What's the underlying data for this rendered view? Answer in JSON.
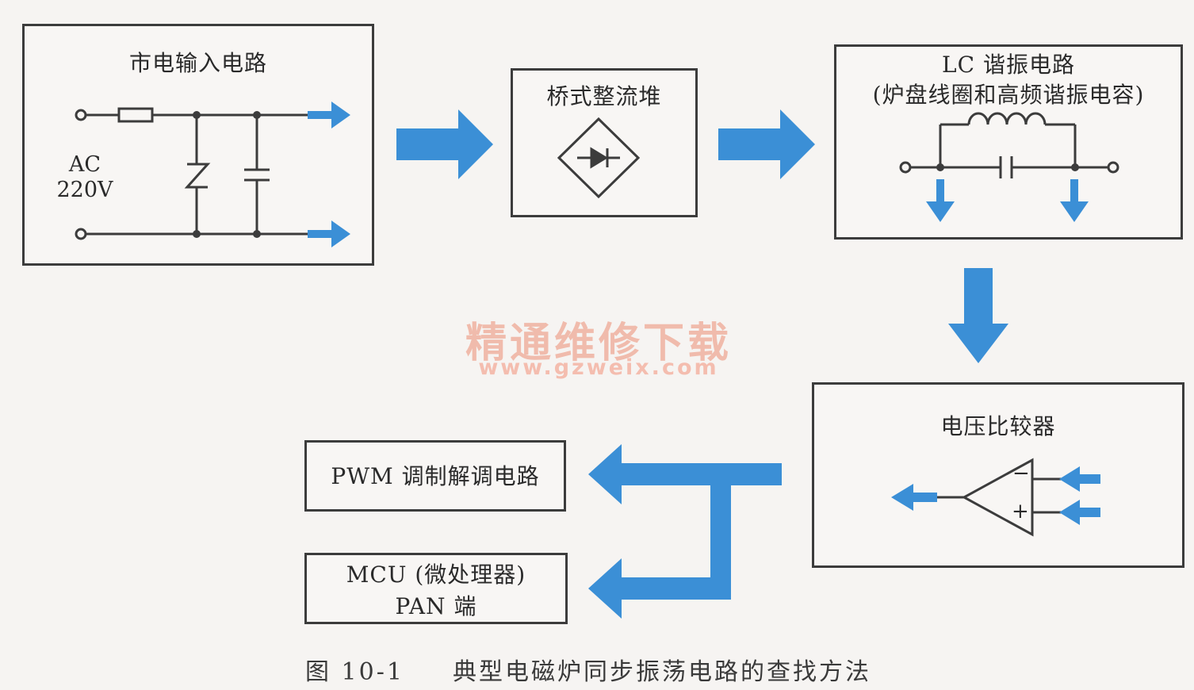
{
  "blocks": {
    "mains_input": {
      "title": "市电输入电路",
      "ac_line1": "AC",
      "ac_line2": "220V"
    },
    "bridge": {
      "title": "桥式整流堆"
    },
    "lc": {
      "title_line1": "LC 谐振电路",
      "title_line2": "(炉盘线圈和高频谐振电容)"
    },
    "comparator": {
      "title": "电压比较器",
      "minus_sign": "−",
      "plus_sign": "+"
    },
    "pwm": {
      "title": "PWM 调制解调电路"
    },
    "mcu": {
      "title_line1": "MCU (微处理器)",
      "title_line2": "PAN 端"
    }
  },
  "watermark": {
    "name": "精通维修下载",
    "url": "www.gzweix.com"
  },
  "caption": {
    "number": "图 10-1",
    "text": "典型电磁炉同步振荡电路的查找方法"
  },
  "colors": {
    "arrow": "#3b8fd6",
    "line": "#3c3c3c",
    "watermark": "#f0b2a0"
  },
  "icons": [
    "fuse-icon",
    "zener-diode-icon",
    "capacitor-icon",
    "bridge-rectifier-icon",
    "inductor-coil-icon",
    "op-amp-icon",
    "flow-arrow-icon"
  ]
}
